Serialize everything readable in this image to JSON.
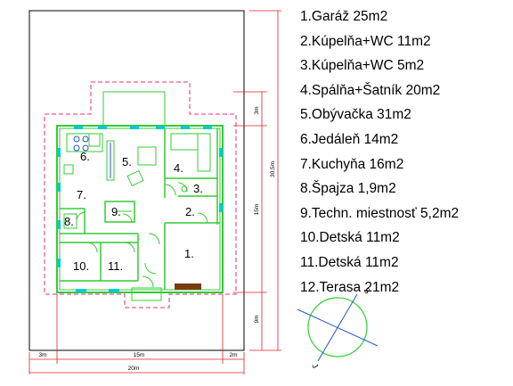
{
  "room_numbers": [
    "1.",
    "2.",
    "3.",
    "4.",
    "5.",
    "6.",
    "7.",
    "8.",
    "9.",
    "10.",
    "11."
  ],
  "legend": [
    "1.Garáž  25m2",
    "2.Kúpelňa+WC  11m2",
    "3.Kúpelňa+WC  5m2",
    "4.Spálňa+Šatník  20m2",
    "5.Obývačka  31m2",
    "6.Jedáleň  14m2",
    "7.Kuchyňa  16m2",
    "8.Špajza  1,9m2",
    "9.Techn. miestnosť  5,2m2",
    "10.Detská  11m2",
    "11.Detská  11m2",
    "12.Terasa  21m2"
  ],
  "dimensions": {
    "bottom": [
      "3m",
      "15m",
      "2m",
      "20m"
    ],
    "right": [
      "3m",
      "15m",
      "9m",
      "30,5m"
    ]
  },
  "compass": {
    "north": "S",
    "south": "J"
  },
  "colors": {
    "wall": "#33cc33",
    "window": "#00cccc",
    "outline": "#e0307a",
    "dimension": "#e02020",
    "door_sill": "#7a3d10",
    "compass": "#33cc33"
  }
}
